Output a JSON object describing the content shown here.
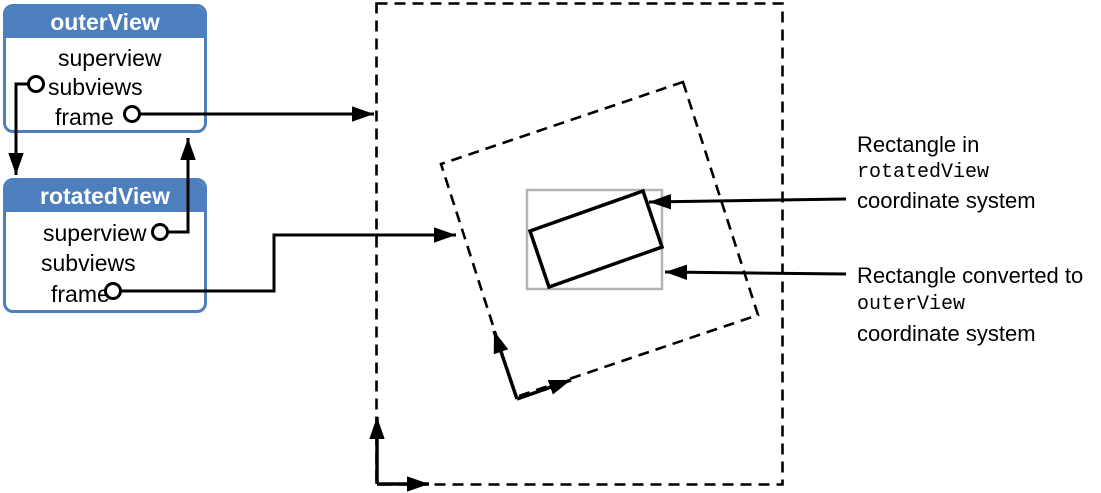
{
  "boxes": [
    {
      "title": "outerView",
      "fields": [
        "superview",
        "subviews",
        "frame"
      ]
    },
    {
      "title": "rotatedView",
      "fields": [
        "superview",
        "subviews",
        "frame"
      ]
    }
  ],
  "annotations": [
    {
      "line1": "Rectangle in",
      "line2": "rotatedView",
      "line3": "coordinate system"
    },
    {
      "line1": "Rectangle converted to",
      "line2": "outerView",
      "line3": "coordinate system"
    }
  ],
  "colors": {
    "box_header_blue": "#4d7fbe",
    "box_title_text": "#ffffff",
    "line_black": "#000000",
    "converted_rect_gray": "#b3b3b3",
    "background": "#ffffff"
  }
}
